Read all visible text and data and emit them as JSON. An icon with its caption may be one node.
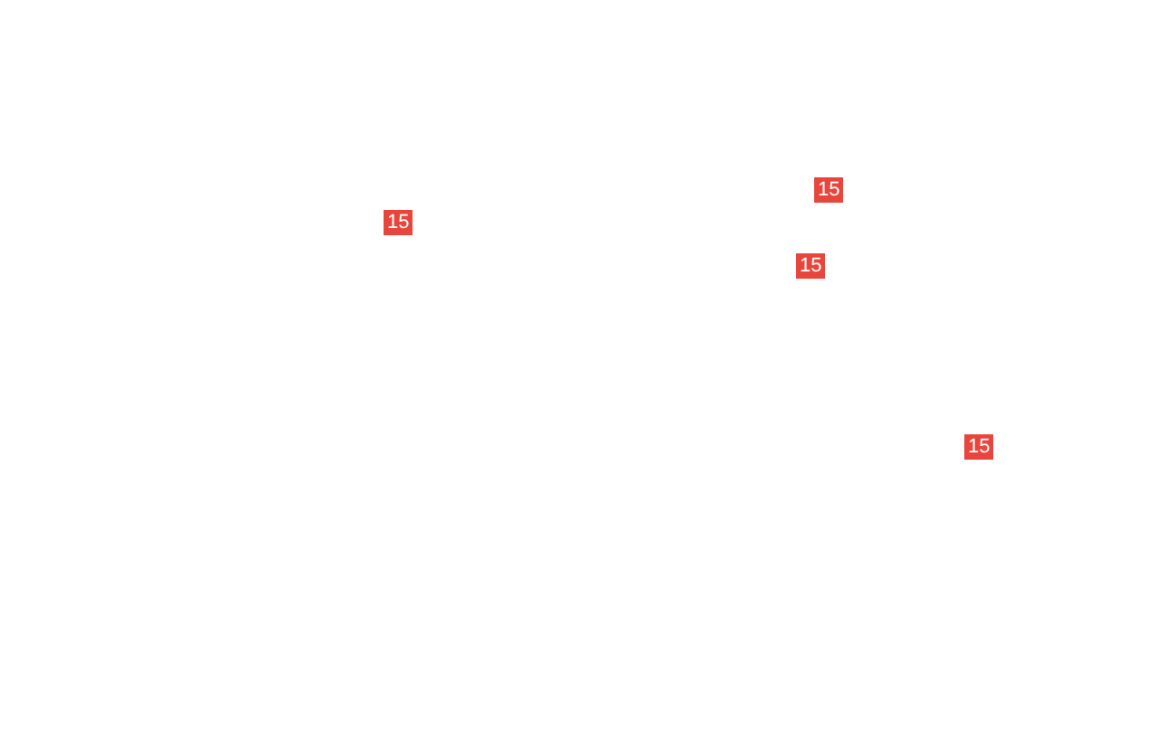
{
  "diagram": {
    "labels": [
      "15",
      "15",
      "15",
      "15"
    ]
  }
}
